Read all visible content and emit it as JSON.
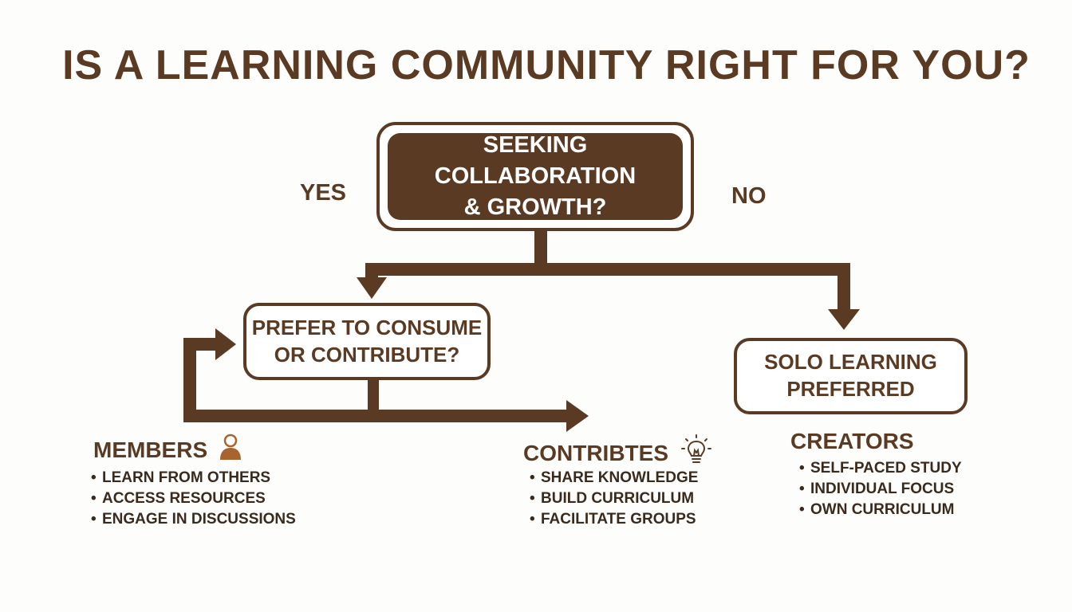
{
  "title": "IS A LEARNING COMMUNITY RIGHT FOR YOU?",
  "colors": {
    "primary": "#5a3a22",
    "box_fill": "#5b3a24",
    "icon_accent": "#a8642e",
    "background": "#fdfdfc"
  },
  "question": {
    "line1": "SEEKING COLLABORATION",
    "line2": "& GROWTH?"
  },
  "branches": {
    "yes": "YES",
    "no": "NO"
  },
  "consume_question": {
    "line1": "PREFER TO CONSUME",
    "line2": "OR CONTRIBUTE?"
  },
  "solo": {
    "line1": "SOLO LEARNING",
    "line2": "PREFERRED"
  },
  "members": {
    "heading": "MEMBERS",
    "icon": "person-icon",
    "items": [
      "LEARN FROM OTHERS",
      "ACCESS RESOURCES",
      "ENGAGE IN DISCUSSIONS"
    ]
  },
  "contributes": {
    "heading": "CONTRIBTES",
    "icon": "lightbulb-icon",
    "items": [
      "SHARE KNOWLEDGE",
      "BUILD CURRICULUM",
      "FACILITATE GROUPS"
    ]
  },
  "creators": {
    "heading": "CREATORS",
    "items": [
      "SELF-PACED STUDY",
      "INDIVIDUAL FOCUS",
      "OWN CURRICULUM"
    ]
  }
}
